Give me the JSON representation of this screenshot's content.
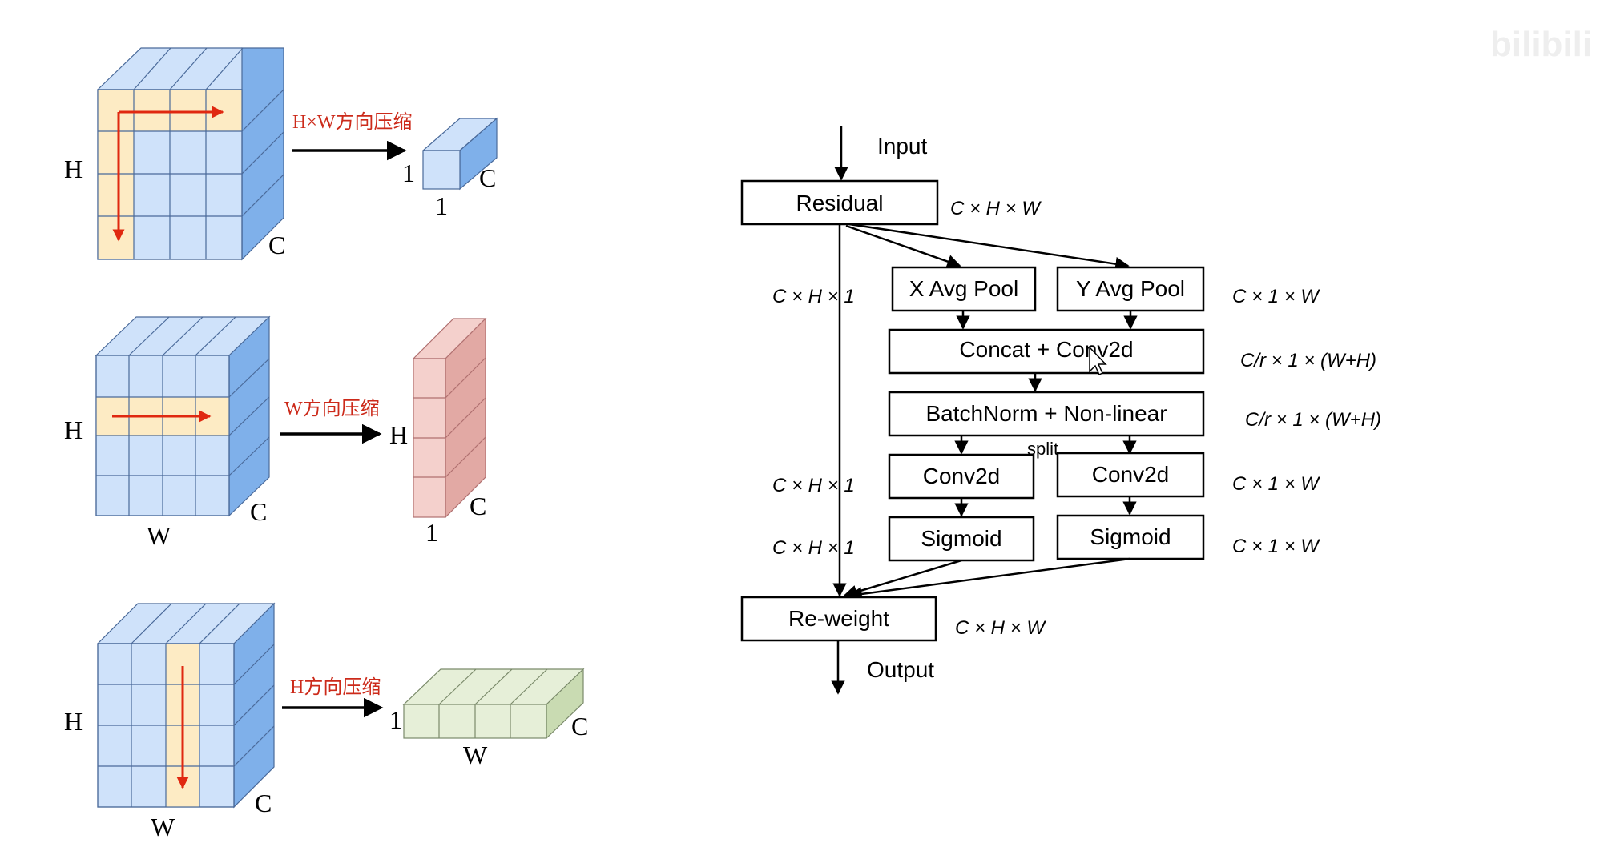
{
  "watermark": {
    "text": "bilibili"
  },
  "left_figures": {
    "cube1": {
      "arrow_label": "H×W方向压缩",
      "h_label": "H",
      "c_label": "C",
      "out_one_a": "1",
      "out_one_b": "1",
      "out_c": "C"
    },
    "cube2": {
      "arrow_label": "W方向压缩",
      "h_label": "H",
      "w_label": "W",
      "c_label": "C",
      "out_h": "H",
      "out_one": "1",
      "out_c": "C"
    },
    "cube3": {
      "arrow_label": "H方向压缩",
      "h_label": "H",
      "w_label": "W",
      "c_label": "C",
      "out_one": "1",
      "out_w": "W",
      "out_c": "C"
    }
  },
  "flowchart": {
    "input_label": "Input",
    "output_label": "Output",
    "split_label": "split",
    "boxes": {
      "residual": "Residual",
      "x_avg_pool": "X Avg Pool",
      "y_avg_pool": "Y Avg Pool",
      "concat_conv": "Concat + Conv2d",
      "batchnorm": "BatchNorm + Non-linear",
      "conv_left": "Conv2d",
      "conv_right": "Conv2d",
      "sigmoid_left": "Sigmoid",
      "sigmoid_right": "Sigmoid",
      "reweight": "Re-weight"
    },
    "dims": {
      "residual": "C × H × W",
      "left_pool": "C × H × 1",
      "right_pool": "C × 1 × W",
      "concat": "C/r × 1 × (W+H)",
      "bn": "C/r × 1 × (W+H)",
      "left_conv": "C × H × 1",
      "right_conv": "C × 1 × W",
      "left_sig": "C × H × 1",
      "right_sig": "C × 1 × W",
      "reweight": "C × H × W"
    }
  },
  "colors": {
    "cube_blue": "#cfe2fa",
    "cube_side": "#7fb0ea",
    "highlight": "#fdebc4",
    "pink": "#f4d0cc",
    "green": "#e6efd8",
    "arrow_red": "#e02810"
  }
}
